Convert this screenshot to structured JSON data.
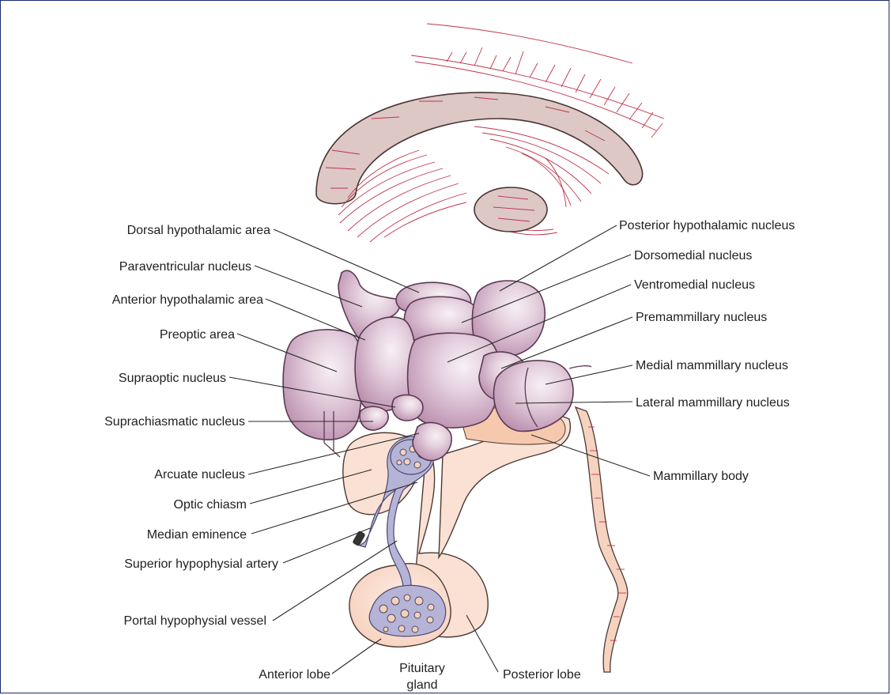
{
  "labels": {
    "dorsal_hypothalamic_area": "Dorsal hypothalamic area",
    "paraventricular_nucleus": "Paraventricular nucleus",
    "anterior_hypothalamic_area": "Anterior hypothalamic area",
    "preoptic_area": "Preoptic area",
    "supraoptic_nucleus": "Supraoptic nucleus",
    "suprachiasmatic_nucleus": "Suprachiasmatic nucleus",
    "arcuate_nucleus": "Arcuate nucleus",
    "optic_chiasm": "Optic chiasm",
    "median_eminence": "Median eminence",
    "superior_hypophysial_artery": "Superior hypophysial artery",
    "portal_hypophysial_vessel": "Portal hypophysial vessel",
    "anterior_lobe": "Anterior lobe",
    "pituitary_gland_line1": "Pituitary",
    "pituitary_gland_line2": "gland",
    "posterior_lobe": "Posterior lobe",
    "posterior_hypothalamic_nucleus": "Posterior hypothalamic nucleus",
    "dorsomedial_nucleus": "Dorsomedial nucleus",
    "ventromedial_nucleus": "Ventromedial nucleus",
    "premammillary_nucleus": "Premammillary nucleus",
    "medial_mammillary_nucleus": "Medial mammillary nucleus",
    "lateral_mammillary_nucleus": "Lateral mammillary nucleus",
    "mammillary_body": "Mammillary body"
  },
  "colors": {
    "nucleus_fill": "#c9a1bd",
    "nucleus_highlight": "#f3eaf1",
    "corpus_callosum": "#ddc8c6",
    "hatching": "#c0334a",
    "pituitary_tissue": "#fbe1d3",
    "portal_vessel": "#b6b4d6",
    "frame_border": "#1a2b6d"
  }
}
